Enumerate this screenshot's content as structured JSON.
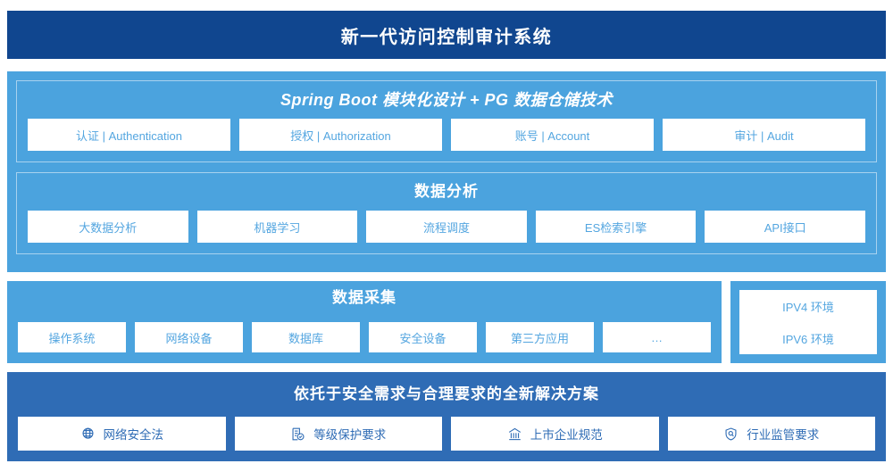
{
  "header": {
    "title": "新一代访问控制审计系统"
  },
  "colors": {
    "title_bar": "#10468f",
    "band_light": "#4ba3de",
    "band_mid": "#2f6cb5",
    "card_bg": "#ffffff",
    "card_text_light": "#54a6e0",
    "card_text_dark": "#2f6cb5",
    "panel_border": "#a8d2ef"
  },
  "platform": {
    "springboot": {
      "heading": "Spring Boot 模块化设计 + PG 数据仓储技术",
      "cards": [
        {
          "label": "认证 | Authentication"
        },
        {
          "label": "授权 | Authorization"
        },
        {
          "label": "账号 | Account"
        },
        {
          "label": "审计 | Audit"
        }
      ]
    },
    "analysis": {
      "heading": "数据分析",
      "cards": [
        {
          "label": "大数据分析"
        },
        {
          "label": "机器学习"
        },
        {
          "label": "流程调度"
        },
        {
          "label": "ES检索引擎"
        },
        {
          "label": "API接口"
        }
      ]
    }
  },
  "collection": {
    "heading": "数据采集",
    "cards": [
      {
        "label": "操作系统"
      },
      {
        "label": "网络设备"
      },
      {
        "label": "数据库"
      },
      {
        "label": "安全设备"
      },
      {
        "label": "第三方应用"
      },
      {
        "label": "…"
      }
    ]
  },
  "environments": {
    "cards": [
      {
        "label": "IPV4 环境"
      },
      {
        "label": "IPV6 环境"
      }
    ]
  },
  "compliance": {
    "heading": "依托于安全需求与合理要求的全新解决方案",
    "cards": [
      {
        "label": "网络安全法",
        "icon": "globe-icon"
      },
      {
        "label": "等级保护要求",
        "icon": "document-check-icon"
      },
      {
        "label": "上市企业规范",
        "icon": "bank-icon"
      },
      {
        "label": "行业监管要求",
        "icon": "shield-search-icon"
      }
    ]
  }
}
